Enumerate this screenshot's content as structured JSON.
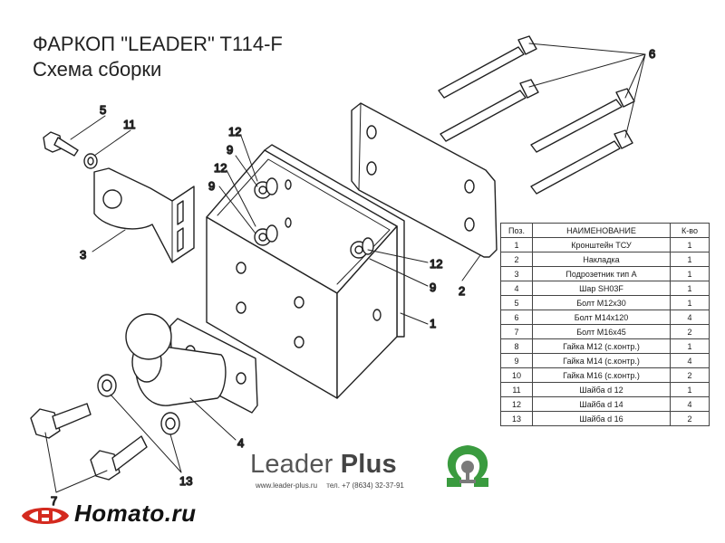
{
  "header": {
    "title": "ФАРКОП \"LEADER\" T114-F",
    "subtitle": "Схема сборки"
  },
  "callouts": [
    {
      "id": "c5",
      "text": "5"
    },
    {
      "id": "c11",
      "text": "11"
    },
    {
      "id": "c3",
      "text": "3"
    },
    {
      "id": "c12a",
      "text": "12"
    },
    {
      "id": "c9a",
      "text": "9"
    },
    {
      "id": "c12b",
      "text": "12"
    },
    {
      "id": "c9b",
      "text": "9"
    },
    {
      "id": "c12c",
      "text": "12"
    },
    {
      "id": "c9c",
      "text": "9"
    },
    {
      "id": "c2",
      "text": "2"
    },
    {
      "id": "c1",
      "text": "1"
    },
    {
      "id": "c6",
      "text": "6"
    },
    {
      "id": "c4",
      "text": "4"
    },
    {
      "id": "c13",
      "text": "13"
    },
    {
      "id": "c7",
      "text": "7"
    }
  ],
  "parts_table": {
    "headers": [
      "Поз.",
      "НАИМЕНОВАНИЕ",
      "К-во"
    ],
    "rows": [
      [
        "1",
        "Кронштейн ТСУ",
        "1"
      ],
      [
        "2",
        "Накладка",
        "1"
      ],
      [
        "3",
        "Подрозетник тип А",
        "1"
      ],
      [
        "4",
        "Шар SH03F",
        "1"
      ],
      [
        "5",
        "Болт M12x30",
        "1"
      ],
      [
        "6",
        "Болт M14x120",
        "4"
      ],
      [
        "7",
        "Болт M16x45",
        "2"
      ],
      [
        "8",
        "Гайка  M12 (с.контр.)",
        "1"
      ],
      [
        "9",
        "Гайка M14 (с.контр.)",
        "4"
      ],
      [
        "10",
        "Гайка  M16 (с.контр.)",
        "2"
      ],
      [
        "11",
        "Шайба d 12",
        "1"
      ],
      [
        "12",
        "Шайба d 14",
        "4"
      ],
      [
        "13",
        "Шайба d 16",
        "2"
      ]
    ]
  },
  "brand": {
    "name": "Leader",
    "name_bold": "Plus",
    "website": "www.leader-plus.ru",
    "phone": "тел. +7 (8634) 32-37-91"
  },
  "shop": {
    "name": "Homato.ru"
  },
  "colors": {
    "logo_green": "#3a9b3f",
    "shop_red": "#d42a1f",
    "line": "#222222"
  }
}
